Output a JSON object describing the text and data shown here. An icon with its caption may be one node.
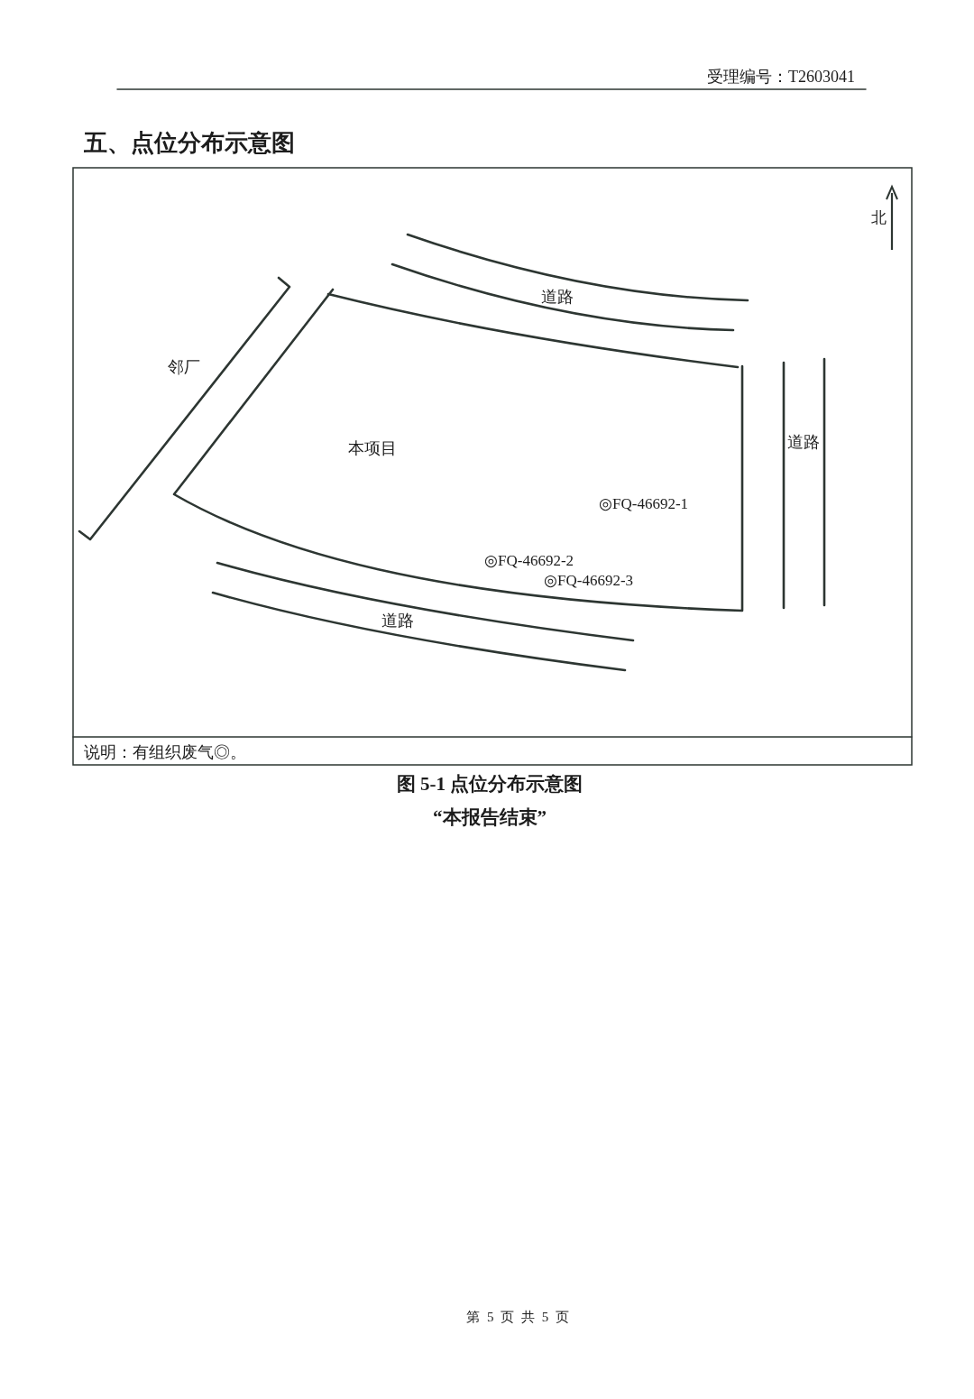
{
  "diagram": {
    "title": "五、点位分布示意图",
    "caption": "图 5-1 点位分布示意图",
    "labels": [
      "受理编号：T2603041",
      "北",
      "道路",
      "邻厂",
      "道路",
      "本项目",
      "◎FQ-46692-1",
      "◎FQ-46692-2",
      "◎FQ-46692-3",
      "道路",
      "说明：有组织废气◎。",
      "“本报告结束”",
      "第 5 页 共 5 页"
    ]
  }
}
